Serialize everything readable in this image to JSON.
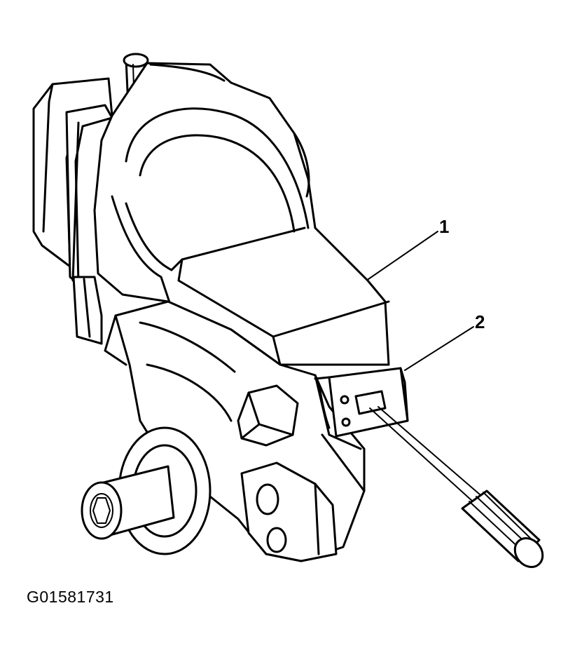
{
  "diagram": {
    "callouts": [
      {
        "number": "1",
        "target": "pump-reservoir-body"
      },
      {
        "number": "2",
        "target": "retaining-clip"
      }
    ],
    "figure_code": "G01581731",
    "colors": {
      "line": "#000000",
      "background": "#ffffff"
    }
  }
}
